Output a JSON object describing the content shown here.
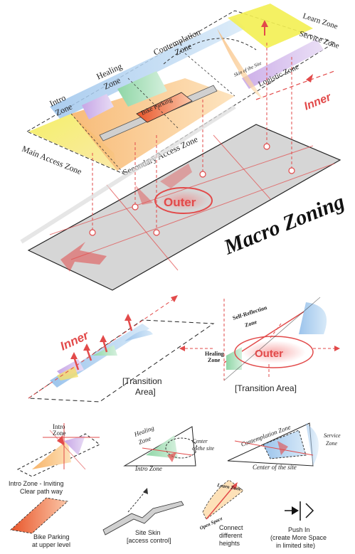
{
  "top": {
    "zones": {
      "learn": "Learn Zone",
      "service": "Service Zone",
      "contemplation_1": "Contemplation",
      "contemplation_2": "Zone",
      "healing_1": "Healing",
      "healing_2": "Zone",
      "intro_1": "Intro",
      "intro_2": "Zone",
      "logistic": "Logistic Zone",
      "main_access": "Main Access Zone",
      "secondary_access": "Secondary Access Zone"
    },
    "bike_parking": "Bike Parking",
    "skin_of_site": "Skin of the Site",
    "inner": "Inner",
    "outer": "Outer",
    "title": "Macro Zoning"
  },
  "transition": {
    "left": {
      "inner": "Inner",
      "caption_1": "[Transition",
      "caption_2": "Area]"
    },
    "right": {
      "self_reflection_1": "Self-Reflection",
      "self_reflection_2": "Zone",
      "healing_1": "Healing",
      "healing_2": "Zone",
      "outer": "Outer",
      "caption": "[Transition Area]"
    }
  },
  "zones_row": {
    "a": {
      "label_1": "Intro",
      "label_2": "Zone",
      "caption_1": "Intro Zone - Inviting",
      "caption_2": "Clear path way"
    },
    "b": {
      "healing_1": "Healing",
      "healing_2": "Zone",
      "center_1": "Center",
      "center_2": "of the site",
      "intro": "Intro Zone"
    },
    "c": {
      "contemplation": "Contemplation Zone",
      "service_1": "Service",
      "service_2": "Zone",
      "center": "Center of the site"
    }
  },
  "legend": {
    "bike": {
      "line_1": "Bike Parking",
      "line_2": "at upper level"
    },
    "skin": {
      "line_1": "Site Skin",
      "line_2": "[access control]"
    },
    "connect": {
      "learn": "Learn Zone",
      "open": "Open Space",
      "line_1": "Connect",
      "line_2": "different",
      "line_3": "heights"
    },
    "push": {
      "line_1": "Push In",
      "line_2": "(create More Space",
      "line_3": "in limited site)"
    }
  }
}
